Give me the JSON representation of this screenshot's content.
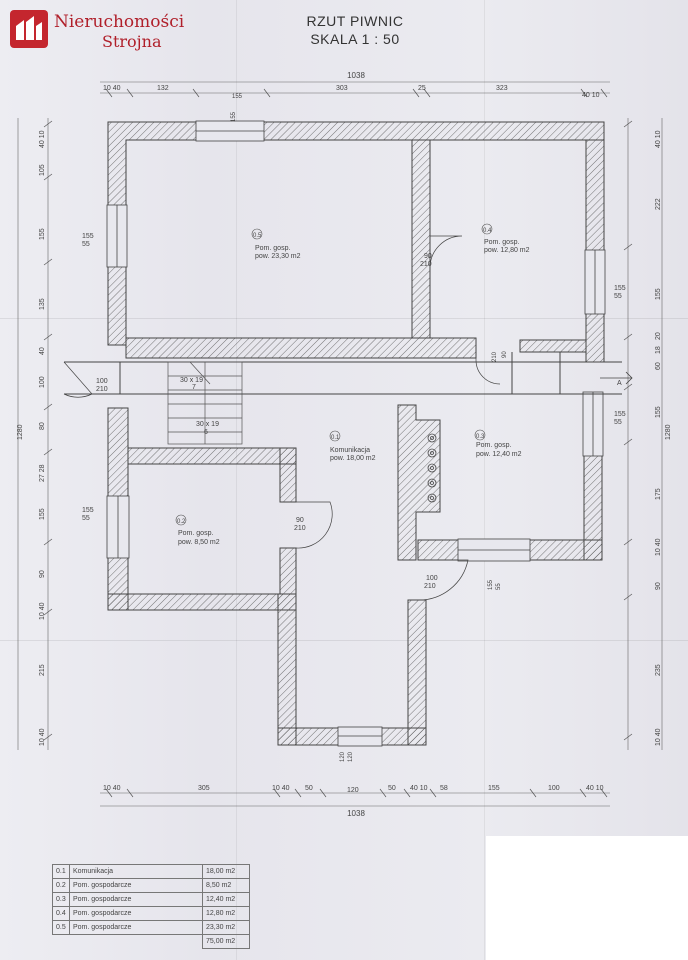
{
  "logo": {
    "name": "Nieruchomości",
    "sub": "Strojna",
    "color": "#c4262e"
  },
  "title": {
    "line1": "RZUT PIWNIC",
    "line2": "SKALA 1 : 50"
  },
  "colors": {
    "line": "#444444",
    "hatch": "#555555",
    "accent": "#b01f2a"
  },
  "rooms": [
    {
      "no": "0.5",
      "line1": "Pom. gosp.",
      "line2": "pow. 23,30 m2"
    },
    {
      "no": "0.4",
      "line1": "Pom. gosp.",
      "line2": "pow. 12,80 m2"
    },
    {
      "no": "0.1",
      "line1": "Komunikacja",
      "line2": "pow. 18,00 m2"
    },
    {
      "no": "0.3",
      "line1": "Pom. gosp.",
      "line2": "pow. 12,40 m2"
    },
    {
      "no": "0.2",
      "line1": "Pom. gosp.",
      "line2": "pow. 8,50 m2"
    }
  ],
  "top_dims": {
    "total": "1038",
    "segments": [
      "10 40",
      "132",
      "155",
      "303",
      "25",
      "323",
      "40 10"
    ],
    "window": "155"
  },
  "bottom_dims": {
    "total": "1038",
    "segments": [
      "10 40",
      "305",
      "10 40",
      "50",
      "120",
      "50",
      "40 10",
      "58",
      "155",
      "100",
      "40 10"
    ],
    "window_a": "120",
    "window_b": "120"
  },
  "left_dims": {
    "total": "1280",
    "segments": [
      "40 10",
      "105",
      "155",
      "135",
      "40",
      "100",
      "80",
      "27 28",
      "155",
      "90",
      "10 40",
      "215",
      "10 40"
    ]
  },
  "right_dims": {
    "total": "1280",
    "segments": [
      "40 10",
      "222",
      "155",
      "20",
      "18",
      "60",
      "155",
      "175",
      "10 40",
      "90",
      "235",
      "10 40"
    ]
  },
  "windows": {
    "left_top_a": "155",
    "left_top_b": "55",
    "left_bot_a": "155",
    "left_bot_b": "55",
    "right_top_a": "155",
    "right_top_b": "55",
    "right_mid_a": "155",
    "right_mid_b": "55",
    "bottom_a": "155",
    "bottom_b": "55"
  },
  "doors": {
    "d1_w": "90",
    "d1_h": "210",
    "d2_w": "210",
    "d2_h": "90",
    "d3_w": "100",
    "d3_h": "210",
    "d4_w": "90",
    "d4_h": "210",
    "d5_w": "100",
    "d5_h": "210"
  },
  "stairs": {
    "step1": "30 x 19",
    "count1": "7",
    "step2": "30 x 19",
    "count2": "6"
  },
  "section_marker": "A",
  "legend": [
    {
      "no": "0.1",
      "name": "Komunikacja",
      "area": "18,00 m2"
    },
    {
      "no": "0.2",
      "name": "Pom. gospodarcze",
      "area": "8,50 m2"
    },
    {
      "no": "0.3",
      "name": "Pom. gospodarcze",
      "area": "12,40 m2"
    },
    {
      "no": "0.4",
      "name": "Pom. gospodarcze",
      "area": "12,80 m2"
    },
    {
      "no": "0.5",
      "name": "Pom. gospodarcze",
      "area": "23,30 m2"
    }
  ],
  "legend_total": "75,00 m2"
}
